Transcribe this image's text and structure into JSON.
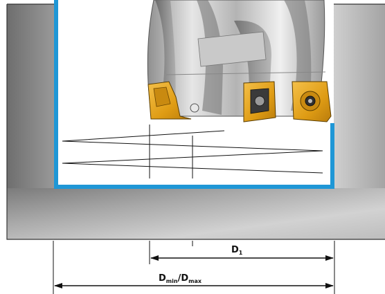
{
  "labels": {
    "d1_main": "D",
    "d1_sub": "1",
    "dminmax_main_1": "D",
    "dminmax_sub_1": "min",
    "dminmax_sep": "/",
    "dminmax_main_2": "D",
    "dminmax_sub_2": "max"
  },
  "colors": {
    "wall_blue": "#1f97d6",
    "insert_gold": "#e2a21a",
    "workpiece_gray": "#9c9c9c",
    "line": "#111111"
  }
}
